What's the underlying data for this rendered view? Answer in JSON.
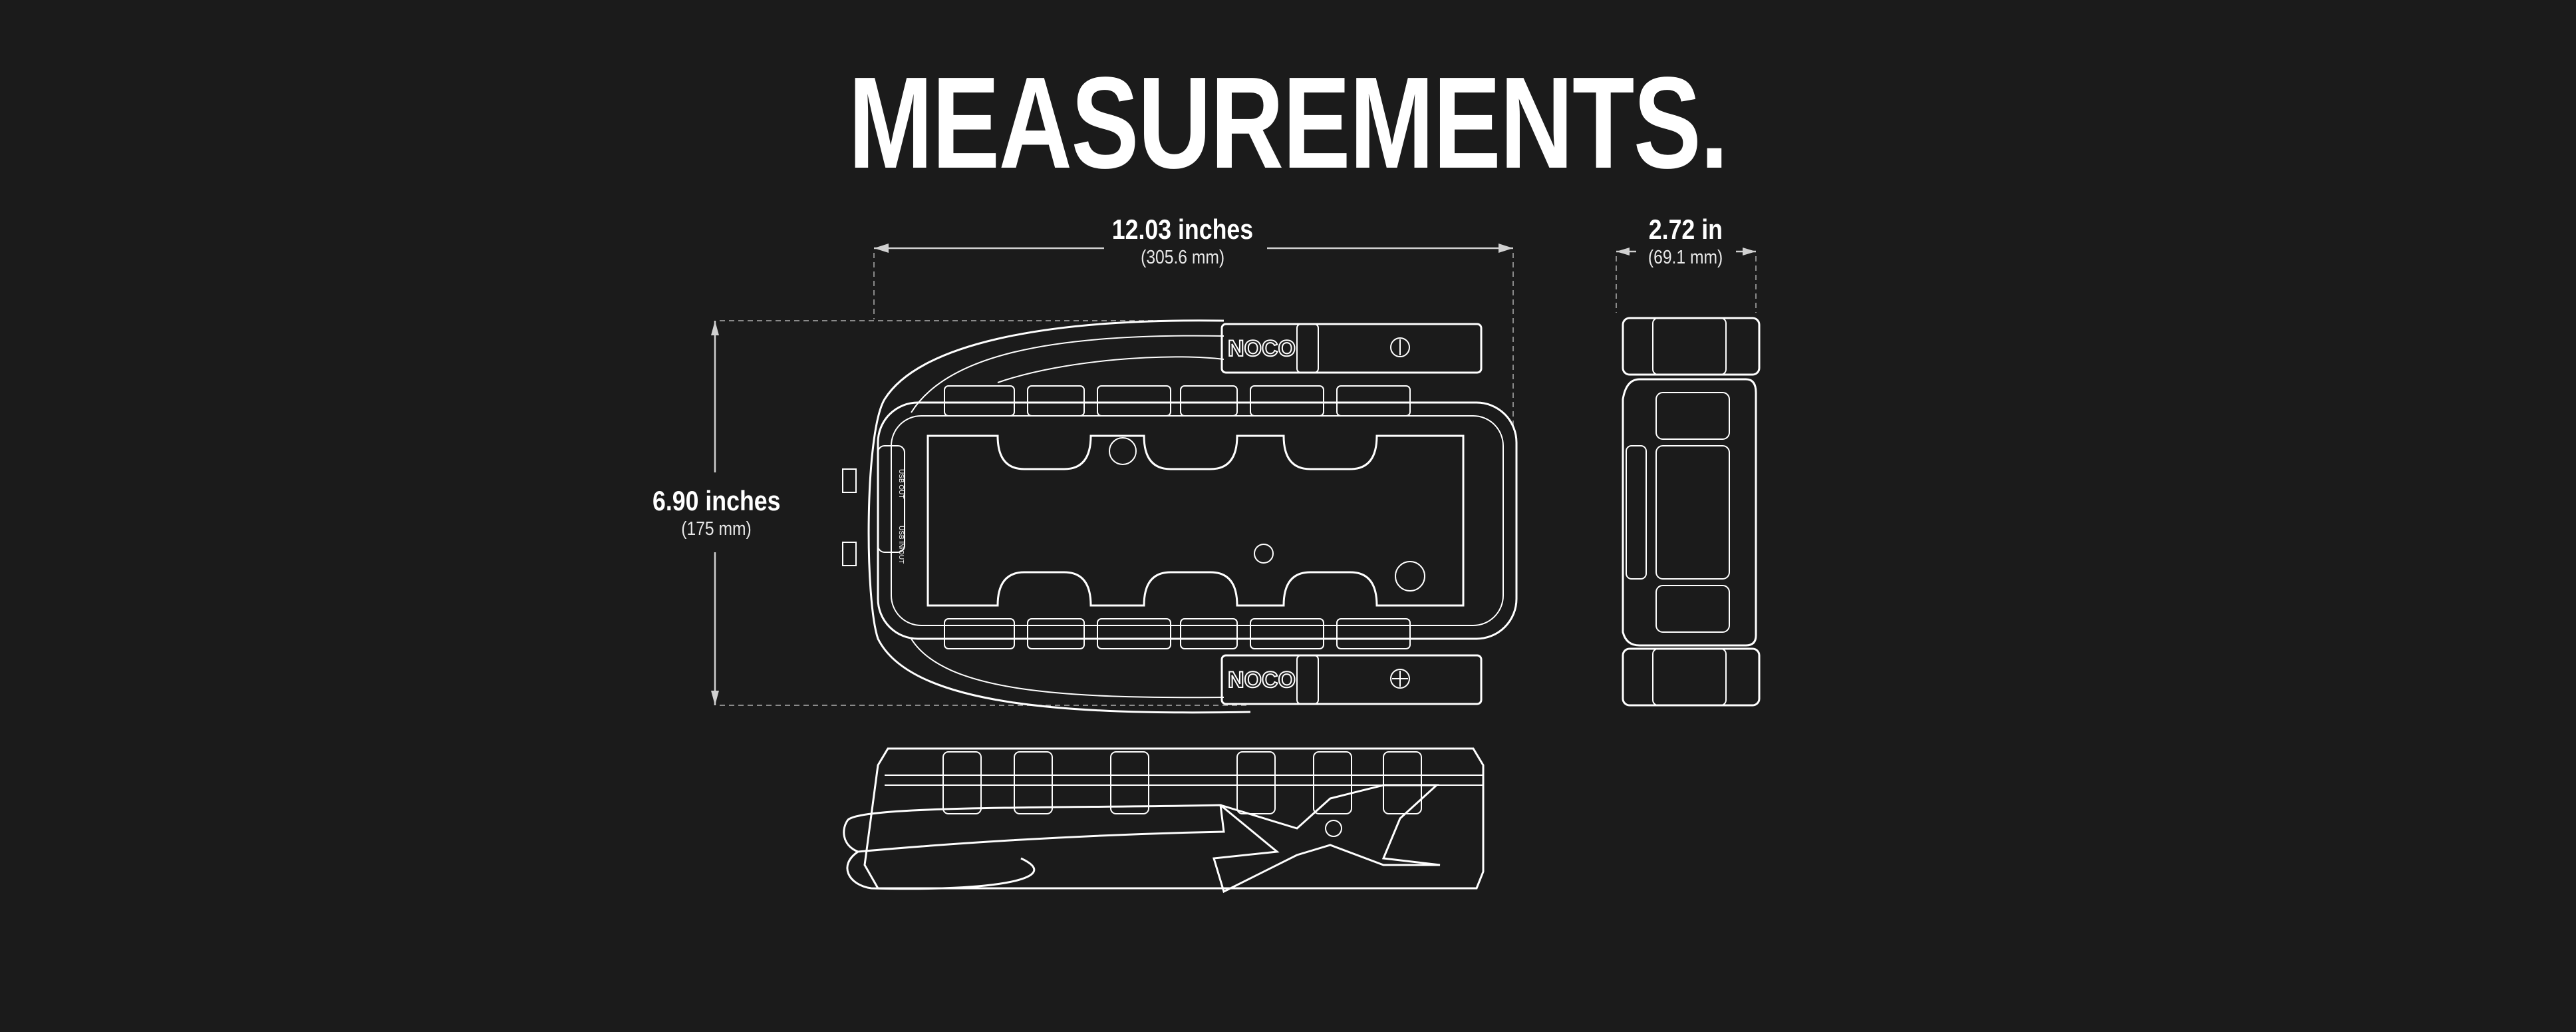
{
  "title": "MEASUREMENTS.",
  "dimensions": {
    "length": {
      "imperial": "12.03 inches",
      "metric": "(305.6 mm)"
    },
    "height": {
      "imperial": "6.90 inches",
      "metric": "(175 mm)"
    },
    "depth": {
      "imperial": "2.72 in",
      "metric": "(69.1 mm)"
    }
  },
  "device": {
    "brand": "NOCO",
    "port_labels": [
      "USB OUT",
      "USB IN/OUT"
    ]
  },
  "colors": {
    "background": "#1b1b1b",
    "lines": "#ffffff",
    "guides": "#8a8a8a"
  }
}
